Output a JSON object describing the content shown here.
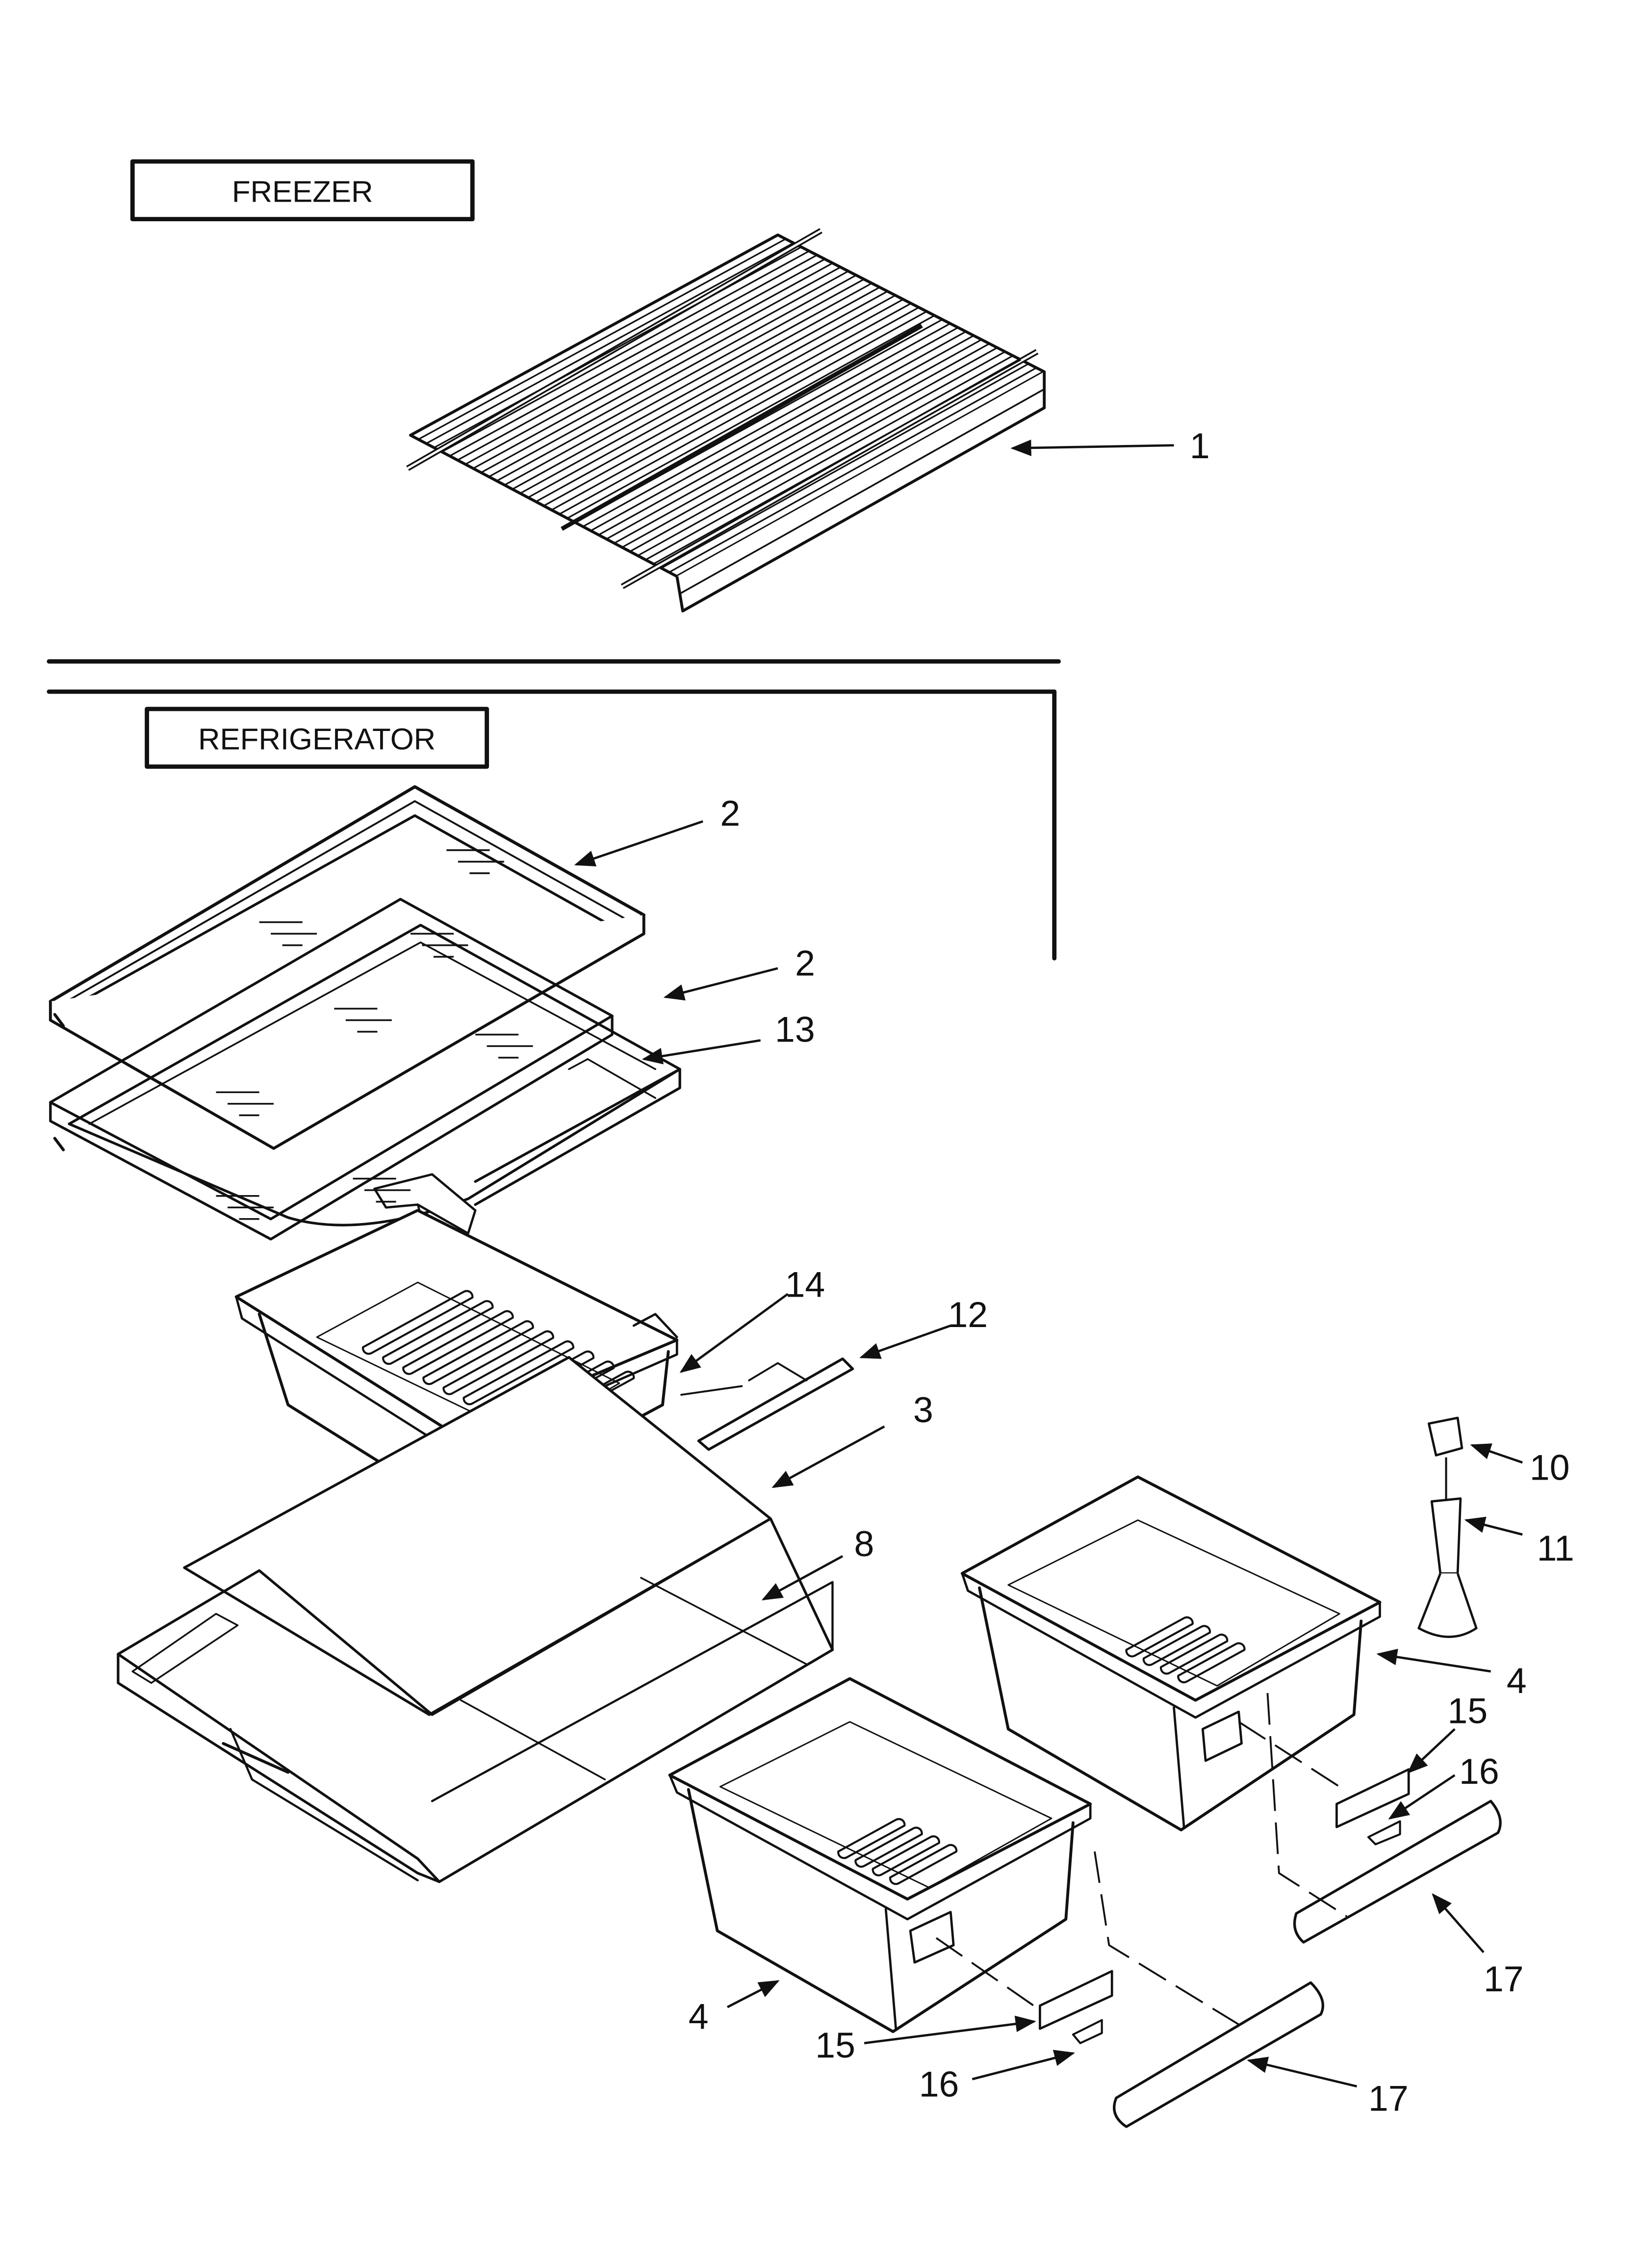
{
  "sections": {
    "freezer": "FREEZER",
    "refrigerator": "REFRIGERATOR"
  },
  "callouts": [
    {
      "id": "c1",
      "number": "1"
    },
    {
      "id": "c2a",
      "number": "2"
    },
    {
      "id": "c2b",
      "number": "2"
    },
    {
      "id": "c13",
      "number": "13"
    },
    {
      "id": "c14",
      "number": "14"
    },
    {
      "id": "c12",
      "number": "12"
    },
    {
      "id": "c3",
      "number": "3"
    },
    {
      "id": "c8",
      "number": "8"
    },
    {
      "id": "c10",
      "number": "10"
    },
    {
      "id": "c11",
      "number": "11"
    },
    {
      "id": "c4a",
      "number": "4"
    },
    {
      "id": "c15a",
      "number": "15"
    },
    {
      "id": "c16a",
      "number": "16"
    },
    {
      "id": "c17a",
      "number": "17"
    },
    {
      "id": "c4b",
      "number": "4"
    },
    {
      "id": "c15b",
      "number": "15"
    },
    {
      "id": "c16b",
      "number": "16"
    },
    {
      "id": "c17b",
      "number": "17"
    }
  ],
  "colors": {
    "ink": "#111111",
    "paper": "#ffffff"
  }
}
